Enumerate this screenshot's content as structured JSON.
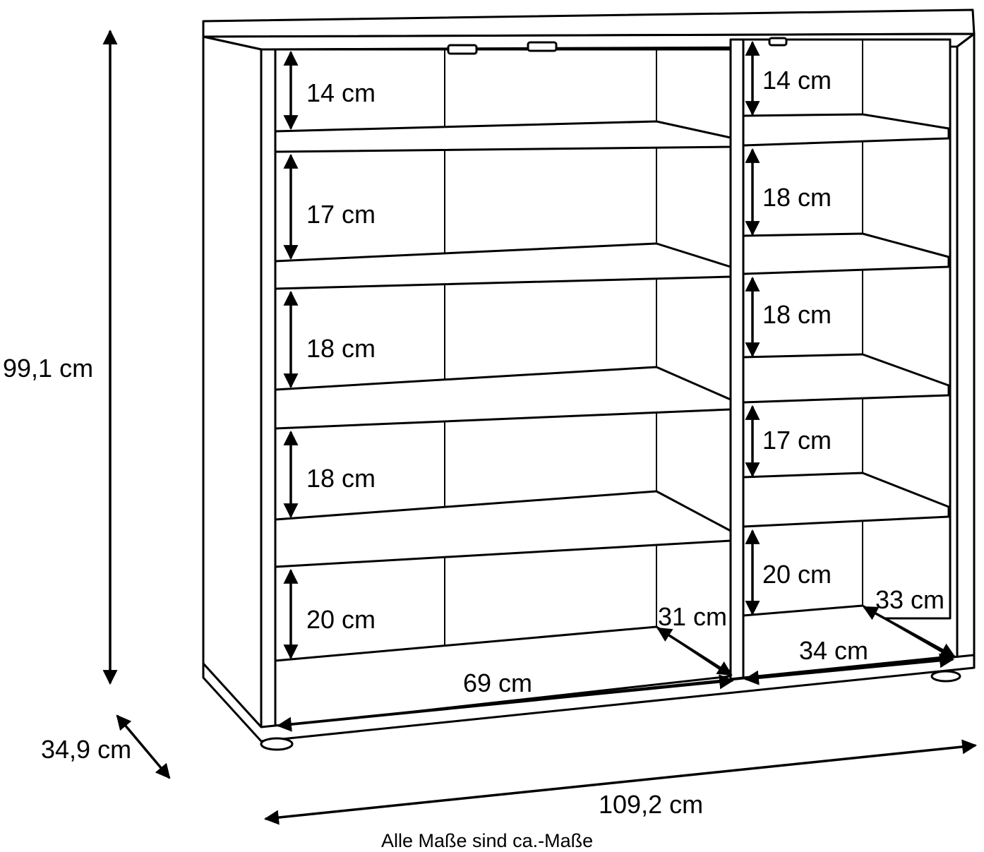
{
  "note": "Alle Maße sind ca.-Maße",
  "overall": {
    "height": "99,1 cm",
    "depth": "34,9 cm",
    "width": "109,2 cm"
  },
  "left_column": {
    "heights": [
      "14 cm",
      "17 cm",
      "18 cm",
      "18 cm",
      "20 cm"
    ],
    "width": "69 cm",
    "depth": "31 cm"
  },
  "right_column": {
    "heights": [
      "14 cm",
      "18 cm",
      "18 cm",
      "17 cm",
      "20 cm"
    ],
    "width": "34 cm",
    "depth": "33 cm"
  }
}
